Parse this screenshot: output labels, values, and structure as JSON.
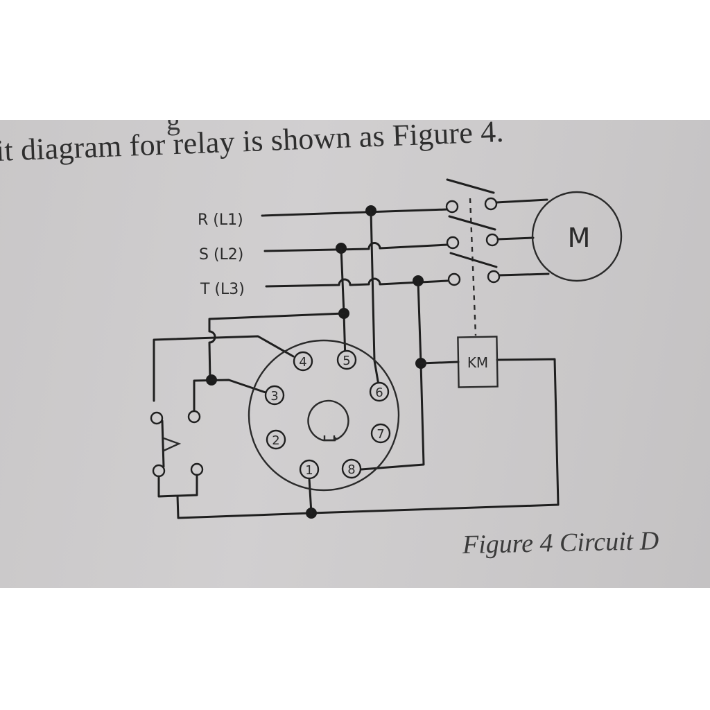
{
  "page": {
    "top_fragment": "g",
    "heading": "it diagram for relay is shown as Figure 4.",
    "caption": "Figure 4 Circuit D"
  },
  "diagram": {
    "phases": [
      {
        "label": "R (L1)"
      },
      {
        "label": "S (L2)"
      },
      {
        "label": "T (L3)"
      }
    ],
    "motor": {
      "label": "M"
    },
    "contactor_coil": {
      "label": "KM"
    },
    "relay_socket": {
      "pins": [
        "1",
        "2",
        "3",
        "4",
        "5",
        "6",
        "7",
        "8"
      ]
    }
  }
}
